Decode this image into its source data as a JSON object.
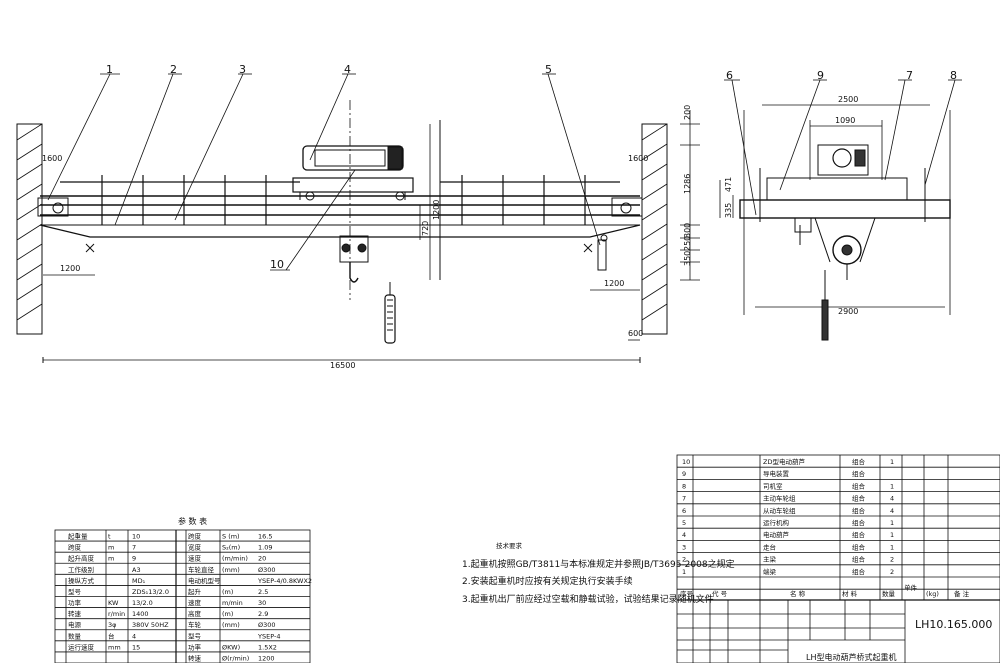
{
  "part_labels": [
    "1",
    "2",
    "3",
    "4",
    "5",
    "6",
    "7",
    "8",
    "9",
    "10"
  ],
  "dimensions": {
    "front_span": "16500",
    "left_offset": "1200",
    "right_offset": "1200",
    "right_600": "600",
    "top_200": "200",
    "d1286": "1286",
    "d1200": "1200",
    "d720": "720",
    "d300": "300",
    "d250": "250",
    "d350": "350",
    "d1600_left": "1600",
    "d1600_right": "1600",
    "side_2500": "2500",
    "side_1090": "1090",
    "side_2900": "2900",
    "side_471": "471",
    "side_335": "335"
  },
  "param_table": {
    "title": "参  数  表",
    "left_rows": [
      {
        "name": "起重量",
        "unit": "t",
        "value": "10"
      },
      {
        "name": "跨度",
        "unit": "m",
        "value": "7"
      },
      {
        "name": "起升高度",
        "unit": "m",
        "value": "9"
      },
      {
        "name": "工作级别",
        "unit": "",
        "value": "A3"
      },
      {
        "name": "操纵方式",
        "unit": "",
        "value": "MD₁"
      },
      {
        "name": "型号",
        "unit": "",
        "value": "ZDS₁13/2.0"
      },
      {
        "name": "功率",
        "unit": "KW",
        "value": "13/2.0"
      },
      {
        "name": "转速",
        "unit": "r/min",
        "value": "1400"
      },
      {
        "name": "电源",
        "unit": "3φ",
        "value": "380V 50HZ"
      },
      {
        "name": "数量",
        "unit": "台",
        "value": "4"
      },
      {
        "name": "运行速度",
        "unit": "mm",
        "value": "15"
      }
    ],
    "right_rows": [
      {
        "name": "跨度",
        "unit": "S (m)",
        "value": "16.5"
      },
      {
        "name": "宽度",
        "unit": "S₂(m)",
        "value": "1.09"
      },
      {
        "name": "速度",
        "unit": "(m/min)",
        "value": "20"
      },
      {
        "name": "车轮直径",
        "unit": "(mm)",
        "value": "Ø300"
      },
      {
        "name": "电动机型号",
        "unit": "",
        "value": "YSEP-4/0.8KWX2"
      },
      {
        "name": "起升",
        "unit": "(m)",
        "value": "2.5"
      },
      {
        "name": "速度",
        "unit": "m/min",
        "value": "30"
      },
      {
        "name": "高度",
        "unit": "(m)",
        "value": "2.9"
      },
      {
        "name": "车轮",
        "unit": "(mm)",
        "value": "Ø300"
      },
      {
        "name": "型号",
        "unit": "",
        "value": "YSEP-4"
      },
      {
        "name": "功率",
        "unit": "ØKW)",
        "value": "1.5X2"
      },
      {
        "name": "转速",
        "unit": "Ø(r/min)",
        "value": "1200"
      }
    ]
  },
  "tech_notes": {
    "title": "技术要求",
    "lines": [
      "1.起重机按照GB/T3811与本标准规定并参照JB/T3695-2008之规定",
      "2.安装起重机时应按有关规定执行安装手续",
      "3.起重机出厂前应经过空载和静载试验，试验结果记录随机文件"
    ]
  },
  "bom": {
    "rows": [
      {
        "no": "10",
        "name": "ZD型电动葫芦",
        "mat": "组合",
        "qty": "1"
      },
      {
        "no": "9",
        "name": "导电装置",
        "mat": "组合",
        "qty": ""
      },
      {
        "no": "8",
        "name": "司机室",
        "mat": "组合",
        "qty": "1"
      },
      {
        "no": "7",
        "name": "主动车轮组",
        "mat": "组合",
        "qty": "4"
      },
      {
        "no": "6",
        "name": "从动车轮组",
        "mat": "组合",
        "qty": "4"
      },
      {
        "no": "5",
        "name": "运行机构",
        "mat": "组合",
        "qty": "1"
      },
      {
        "no": "4",
        "name": "电动葫芦",
        "mat": "组合",
        "qty": "1"
      },
      {
        "no": "3",
        "name": "走台",
        "mat": "组合",
        "qty": "1"
      },
      {
        "no": "2",
        "name": "主梁",
        "mat": "组合",
        "qty": "2"
      },
      {
        "no": "1",
        "name": "端梁",
        "mat": "组合",
        "qty": "2"
      }
    ],
    "header": {
      "no": "序号",
      "code": "代  号",
      "name": "名  称",
      "qty": "数量",
      "mat": "材  料",
      "weight": "单件",
      "total": "(kg)",
      "note": "备  注"
    },
    "drawing_no": "LH10.165.000",
    "title_line": "LH型电动葫芦桥式起重机"
  }
}
